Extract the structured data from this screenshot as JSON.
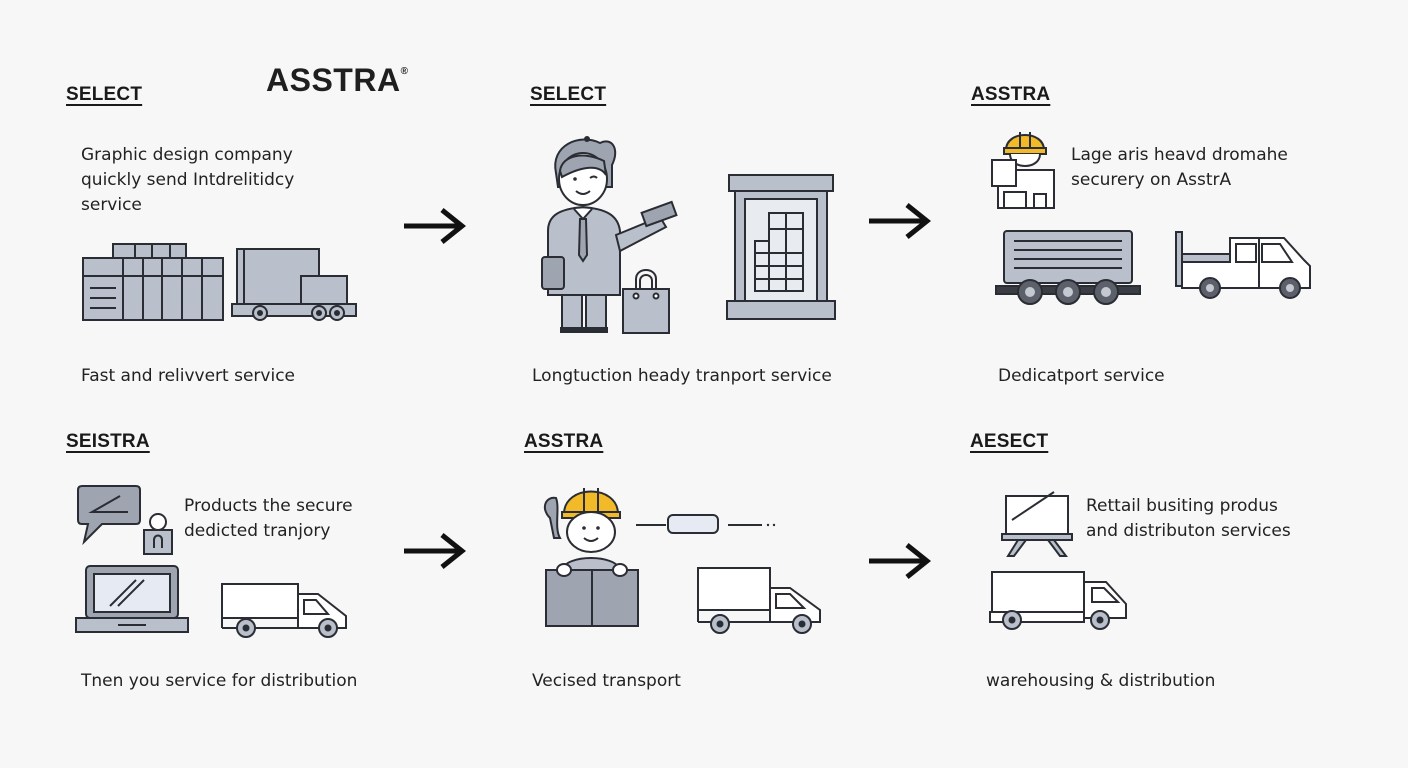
{
  "brand": {
    "name": "ASSTRA",
    "mark": "®"
  },
  "panels": [
    {
      "heading": "SELECT",
      "description": [
        "Graphic design company",
        "quickly send Intdrelitidcy",
        "service"
      ],
      "caption": "Fast and relivvert service",
      "icons": [
        "warehouse-icon",
        "box-truck-icon"
      ]
    },
    {
      "heading": "SELECT",
      "description": [],
      "caption": "Longtuction heady tranport service",
      "icons": [
        "businessman-icon",
        "shopping-bag-icon",
        "office-building-icon"
      ]
    },
    {
      "heading": "ASSTRA",
      "description": [
        "Lage  aris heavd dromahe",
        "securery on AsstrA"
      ],
      "caption": "Dedicatport service",
      "icons": [
        "construction-worker-icon",
        "trailer-icon",
        "pickup-truck-icon"
      ]
    },
    {
      "heading": "SEISTRA",
      "description": [
        "Products the secure",
        "dedicted tranjory"
      ],
      "caption": "Tnen you service for distribution",
      "icons": [
        "chat-bubble-icon",
        "padlock-user-icon",
        "laptop-icon",
        "delivery-van-icon"
      ]
    },
    {
      "heading": "ASSTRA",
      "description": [],
      "caption": "Vecised transport",
      "icons": [
        "worker-with-box-icon",
        "tracking-device-icon",
        "delivery-truck-icon"
      ]
    },
    {
      "heading": "AESECT",
      "description": [
        "Rettail busiting produs",
        "and distributon services"
      ],
      "caption": "warehousing & distribution",
      "icons": [
        "presentation-board-icon",
        "delivery-truck-icon"
      ]
    }
  ],
  "arrows": [
    "arrow-right-icon",
    "arrow-right-icon",
    "arrow-right-icon",
    "arrow-right-icon"
  ],
  "colors": {
    "background": "#f7f7f7",
    "icon_fill": "#b9bfcb",
    "icon_stroke": "#2a2d33",
    "helmet": "#f2b928",
    "text": "#1c1c1c"
  }
}
